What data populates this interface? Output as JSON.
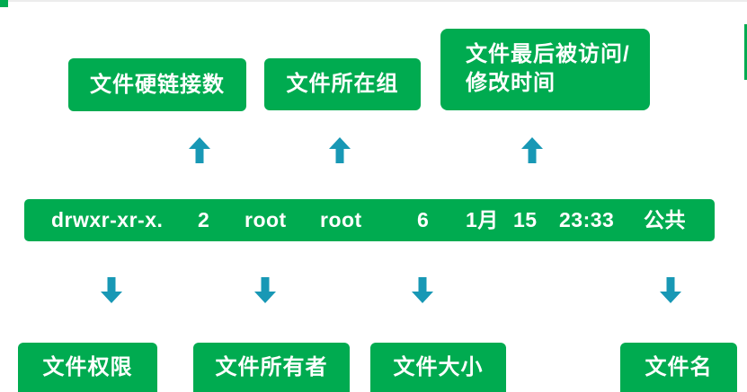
{
  "colors": {
    "box_green": "#00AB50",
    "arrow_teal": "#1898B5",
    "text_white": "#ffffff",
    "top_line": "#ececec",
    "page_bg": "#ffffff"
  },
  "top_labels": {
    "hardlinks": "文件硬链接数",
    "group": "文件所在组",
    "time_line1": "文件最后被访问/",
    "time_line2": "修改时间"
  },
  "listing_row": {
    "tokens": [
      "drwxr-xr-x.",
      "2",
      "root",
      "root",
      "6",
      "1月",
      "15",
      "23:33",
      "公共"
    ]
  },
  "bottom_labels": {
    "permissions": "文件权限",
    "owner": "文件所有者",
    "size": "文件大小",
    "filename": "文件名"
  }
}
